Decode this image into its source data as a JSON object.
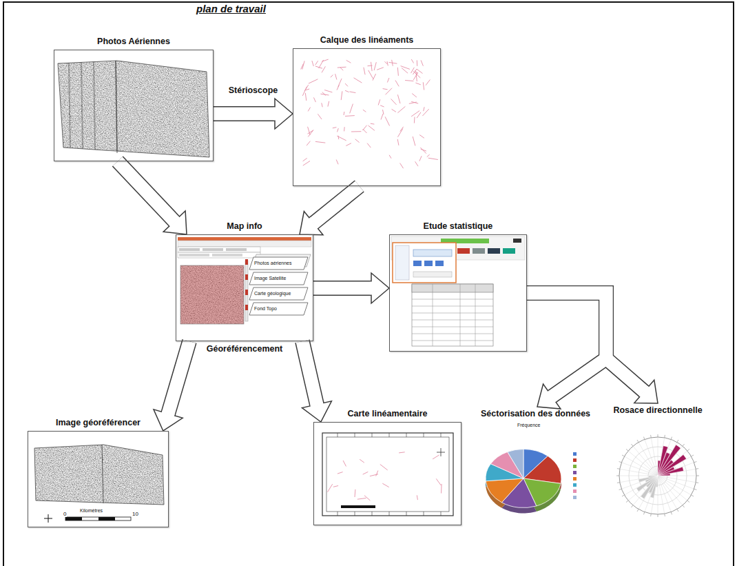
{
  "diagram": {
    "title": "plan de travail",
    "nodes": [
      {
        "text": [
          "Photos Aériennes"
        ]
      },
      {
        "text": [
          "Calque des linéaments"
        ]
      },
      {
        "text": [
          "Map info",
          "Géoréférencement"
        ]
      },
      {
        "text": [
          "Etude statistique"
        ]
      },
      {
        "text": [
          "Image géoréférencer"
        ]
      },
      {
        "text": [
          "Carte linéamentaire"
        ]
      },
      {
        "text": [
          "Séctorisation des données"
        ]
      },
      {
        "text": [
          "Rosace directionnelle"
        ]
      }
    ],
    "edges": [
      {
        "from": 0,
        "to": 1,
        "arrow": "to",
        "label": "Stérioscope"
      },
      {
        "from": 0,
        "to": 2,
        "arrow": "to"
      },
      {
        "from": 1,
        "to": 2,
        "arrow": "to"
      },
      {
        "from": 2,
        "to": 3,
        "arrow": "to"
      },
      {
        "from": 2,
        "to": 4,
        "arrow": "to"
      },
      {
        "from": 2,
        "to": 5,
        "arrow": "to"
      },
      {
        "from": 3,
        "to": 6,
        "arrow": "to"
      },
      {
        "from": 3,
        "to": 7,
        "arrow": "to"
      }
    ],
    "labels": [
      "Photos aériennes",
      "Image Satellite",
      "Carte géologique",
      "Fond Topo",
      "0",
      "Kilomètres",
      "10",
      "Fréquence"
    ]
  }
}
